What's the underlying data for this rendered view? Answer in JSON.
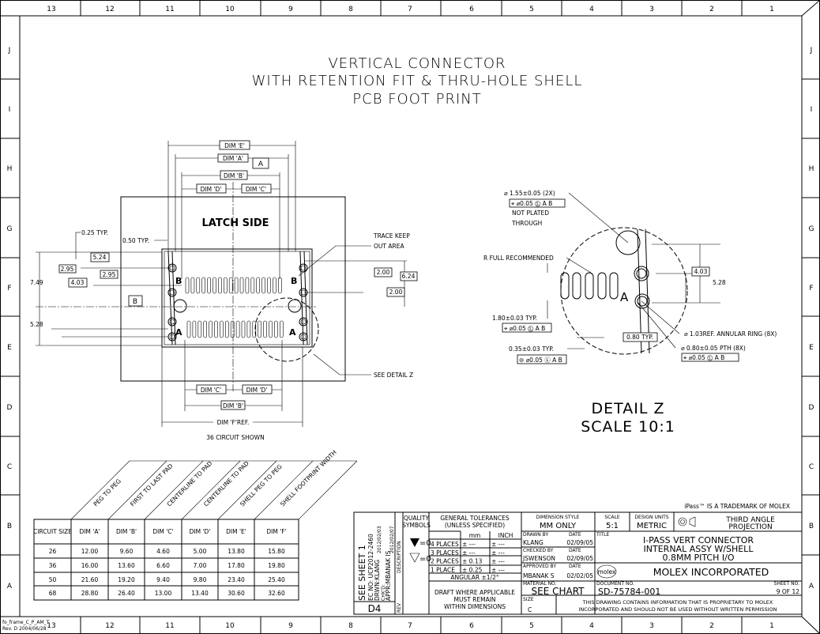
{
  "border": {
    "columns": [
      "13",
      "12",
      "11",
      "10",
      "9",
      "8",
      "7",
      "6",
      "5",
      "4",
      "3",
      "2",
      "1"
    ],
    "rows": [
      "J",
      "I",
      "H",
      "G",
      "F",
      "E",
      "D",
      "C",
      "B",
      "A"
    ],
    "frame_note": [
      "fo_frame_C_P_AM_T",
      "Rev. D 2004/06/28"
    ]
  },
  "title_lines": [
    "VERTICAL CONNECTOR",
    "WITH RETENTION FIT & THRU-HOLE SHELL",
    "PCB FOOT PRINT"
  ],
  "main_view": {
    "latch_label": "LATCH SIDE",
    "dims": {
      "e": "DIM 'E'",
      "a": "DIM 'A'",
      "b": "DIM 'B'",
      "c": "DIM 'C'",
      "d": "DIM 'D'",
      "f": "DIM 'F'REF."
    },
    "datum_a": "A",
    "datum_b": "B",
    "notes": {
      "typ025": "0.25 TYP.",
      "typ050": "0.50 TYP.",
      "trace1": "TRACE KEEP",
      "trace2": "OUT AREA",
      "detail": "SEE DETAIL Z",
      "circuit": "36 CIRCUIT SHOWN"
    },
    "values": {
      "v524": "5.24",
      "v295a": "2.95",
      "v295b": "2.95",
      "v403": "4.03",
      "v749": "7.49",
      "v528": "5.28",
      "v200a": "2.00",
      "v200b": "2.00",
      "v624": "6.24"
    }
  },
  "detail_z": {
    "title": "DETAIL Z",
    "scale": "SCALE 10:1",
    "hole_note": "⌀ 1.55±0.05  (2X)",
    "hole_fcf": "⌖ ⌀0.05 Ⓛ A B",
    "not_plated": "NOT PLATED",
    "through": "THROUGH",
    "r_full": "R FULL  RECOMMENDED",
    "slot_len": "1.80±0.03 TYP.",
    "slot_fcf": "⌖ ⌀0.05 Ⓛ A B",
    "slot_w": "0.35±0.03 TYP.",
    "slot_w_fcf": "⊖ ⌀0.05 Ⓛ A B",
    "pitch": "0.80 TYP.",
    "ring": "⌀ 1.03REF. ANNULAR RING (8X)",
    "pth": "⌀ 0.80±0.05  PTH (8X)",
    "pth_fcf": "⌖ ⌀0.05 Ⓛ A B",
    "v403": "4.03",
    "v528": "5.28",
    "datum": "A"
  },
  "table": {
    "col_descriptions": [
      "PEG TO PEG",
      "FIRST TO LAST PAD",
      "CENTERLINE TO PAD",
      "CENTERLINE TO PAD",
      "SHELL PEG TO PEG",
      "SHELL FOOTPRINT WIDTH"
    ],
    "headers": [
      "CIRCUIT SIZE",
      "DIM 'A'",
      "DIM 'B'",
      "DIM 'C'",
      "DIM 'D'",
      "DIM 'E'",
      "DIM 'F'"
    ],
    "rows": [
      [
        "26",
        "12.00",
        "9.60",
        "4.60",
        "5.00",
        "13.80",
        "15.80"
      ],
      [
        "36",
        "16.00",
        "13.60",
        "6.60",
        "7.00",
        "17.80",
        "19.80"
      ],
      [
        "50",
        "21.60",
        "19.20",
        "9.40",
        "9.80",
        "23.40",
        "25.40"
      ],
      [
        "68",
        "28.80",
        "26.40",
        "13.00",
        "13.40",
        "30.60",
        "32.60"
      ]
    ]
  },
  "trademark": "iPass™ IS A TRADEMARK OF MOLEX",
  "title_block": {
    "rev_block": {
      "see_sheet": "SEE SHEET 1",
      "ec_no": "EC NO: UCP2012-2460",
      "drwn": "DRWN:KLANG",
      "date1": "2012/02/03",
      "chkd": "CHK'D:",
      "appr": "APPR:MBANAK IS",
      "date2": "2012/02/07",
      "rev": "D4",
      "description_label": "DESCRIPTION",
      "rev_label": "REV"
    },
    "quality_label": [
      "QUALITY",
      "SYMBOLS"
    ],
    "quality_sym1": "=0",
    "quality_sym2": "=0",
    "tol_title": [
      "GENERAL TOLERANCES",
      "(UNLESS SPECIFIED)"
    ],
    "tol_cols": [
      "mm",
      "INCH"
    ],
    "tol_rows": [
      [
        "4 PLACES",
        "± ---",
        "± ---"
      ],
      [
        "3 PLACES",
        "± ---",
        "± ---"
      ],
      [
        "2 PLACES",
        "± 0.13",
        "± ---"
      ],
      [
        "1 PLACE",
        "± 0.25",
        "± ---"
      ]
    ],
    "angular": "ANGULAR ±1/2°",
    "draft": [
      "DRAFT WHERE APPLICABLE",
      "MUST REMAIN",
      "WITHIN DIMENSIONS"
    ],
    "dim_style_label": "DIMENSION STYLE",
    "dim_style": "MM ONLY",
    "scale_label": "SCALE",
    "scale": "5:1",
    "units_label": "DESIGN UNITS",
    "units": "METRIC",
    "projection": [
      "THIRD ANGLE",
      "PROJECTION"
    ],
    "drawn_label": "DRAWN BY",
    "drawn": "KLANG",
    "drawn_date": "02/09/05",
    "checked_label": "CHECKED BY",
    "checked": "JSWENSON",
    "checked_date": "02/09/05",
    "approved_label": "APPROVED BY",
    "approved": "MBANAK S",
    "approved_date": "02/02/05",
    "date_label": "DATE",
    "title_label": "TITLE",
    "title": [
      "I-PASS VERT CONNECTOR",
      "INTERNAL ASSY W/SHELL",
      "0.8MM PITCH I/O"
    ],
    "logo": "molex",
    "company": "MOLEX INCORPORATED",
    "material_label": "MATERIAL NO.",
    "material": "SEE CHART",
    "document_label": "DOCUMENT NO.",
    "document": "SD-75784-001",
    "sheet_label": "SHEET NO.",
    "sheet": "9 OF 12",
    "size_label": "SIZE",
    "size": "C",
    "proprietary": [
      "THIS DRAWING CONTAINS INFORMATION THAT IS PROPRIETARY TO MOLEX",
      "INCORPORATED AND SHOULD NOT BE USED WITHOUT WRITTEN PERMISSION"
    ]
  }
}
